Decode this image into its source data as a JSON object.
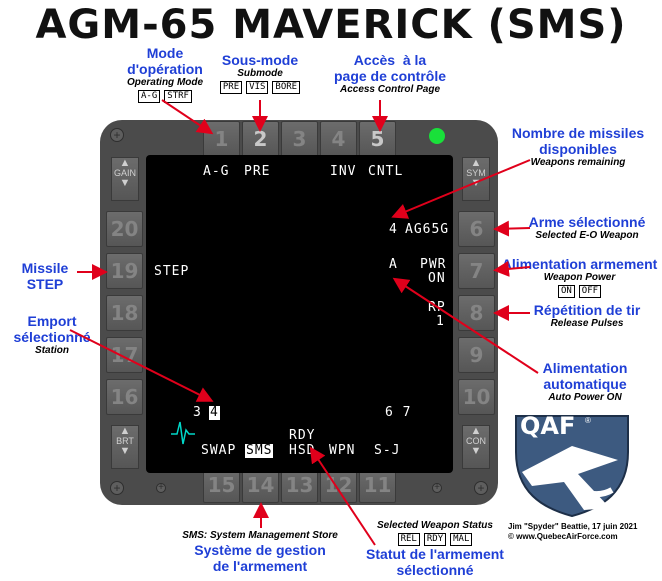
{
  "title": "AGM-65 MAVERICK (SMS)",
  "annotations": {
    "mode": {
      "label": "Mode\nd'opération",
      "sub": "Operating Mode",
      "options": [
        "A-G",
        "STRF"
      ]
    },
    "submode": {
      "label": "Sous-mode",
      "sub": "Submode",
      "options": [
        "PRE",
        "VIS",
        "BORE"
      ]
    },
    "access": {
      "label": "Accès  à la\npage de contrôle",
      "sub": "Access Control Page"
    },
    "missiles": {
      "label": "Nombre de missiles\ndisponibles",
      "sub": "Weapons remaining"
    },
    "selected_weapon": {
      "label": "Arme sélectionné",
      "sub": "Selected E-O Weapon"
    },
    "weapon_power": {
      "label": "Alimentation armement",
      "sub": "Weapon Power",
      "options": [
        "ON",
        "OFF"
      ]
    },
    "release_pulses": {
      "label": "Répétition de tir",
      "sub": "Release Pulses"
    },
    "missile_step": {
      "label": "Missile\nSTEP"
    },
    "station": {
      "label": "Emport\nsélectionné",
      "sub": "Station"
    },
    "auto_power": {
      "label": "Alimentation\nautomatique",
      "sub": "Auto Power ON"
    },
    "sms": {
      "sub": "SMS: System Management Store",
      "label": "Système de gestion\nde l'armement"
    },
    "weapon_status": {
      "sub": "Selected Weapon Status",
      "options": [
        "REL",
        "RDY",
        "MAL"
      ],
      "label": "Statut de l'armement\nsélectionné"
    }
  },
  "mfd": {
    "top_labels": {
      "mode": "A-G",
      "submode": "PRE",
      "inv": "INV",
      "cntl": "CNTL"
    },
    "weapon": {
      "count": "4",
      "name": "AG65G"
    },
    "step": "STEP",
    "auto": "A",
    "pwr": "PWR",
    "pwr_val": "ON",
    "rp": "RP",
    "rp_val": "1",
    "stations_left": "3",
    "station_sel": "4",
    "stations_right": "6 7",
    "rdy": "RDY",
    "bottom": {
      "swap": "SWAP",
      "sms": "SMS",
      "hsd": "HSD",
      "wpn": "WPN",
      "sj": "S-J"
    },
    "gain": "GAIN",
    "sym": "SYM",
    "brt": "BRT",
    "con": "CON",
    "osb_top": [
      "1",
      "2",
      "3",
      "4",
      "5"
    ],
    "osb_right": [
      "6",
      "7",
      "8",
      "9",
      "10"
    ],
    "osb_bottom": [
      "15",
      "14",
      "13",
      "12",
      "11"
    ],
    "osb_left": [
      "20",
      "19",
      "18",
      "17",
      "16"
    ]
  },
  "logo": {
    "text": "QAF",
    "reg": "®"
  },
  "credit": {
    "line1": "Jim \"Spyder\" Beattie, 17 juin 2021",
    "line2": "© www.QuebecAirForce.com"
  },
  "colors": {
    "annotation": "#1f3fd6",
    "arrow": "#e0001b",
    "bezel": "#4b4b4b",
    "led": "#19e03a",
    "logo": "#3d5a80"
  }
}
